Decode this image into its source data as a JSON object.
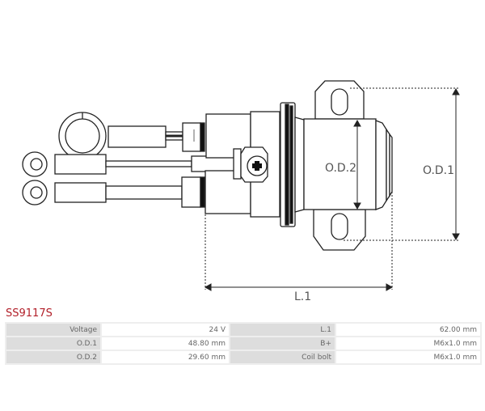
{
  "diagram": {
    "od1_label": "O.D.1",
    "od2_label": "O.D.2",
    "l1_label": "L.1"
  },
  "product": {
    "code": "SS9117S"
  },
  "specs": [
    {
      "label": "Voltage",
      "value": "24 V",
      "label2": "L.1",
      "value2": "62.00 mm"
    },
    {
      "label": "O.D.1",
      "value": "48.80 mm",
      "label2": "B+",
      "value2": "M6x1.0 mm"
    },
    {
      "label": "O.D.2",
      "value": "29.60 mm",
      "label2": "Coil bolt",
      "value2": "M6x1.0 mm"
    }
  ]
}
